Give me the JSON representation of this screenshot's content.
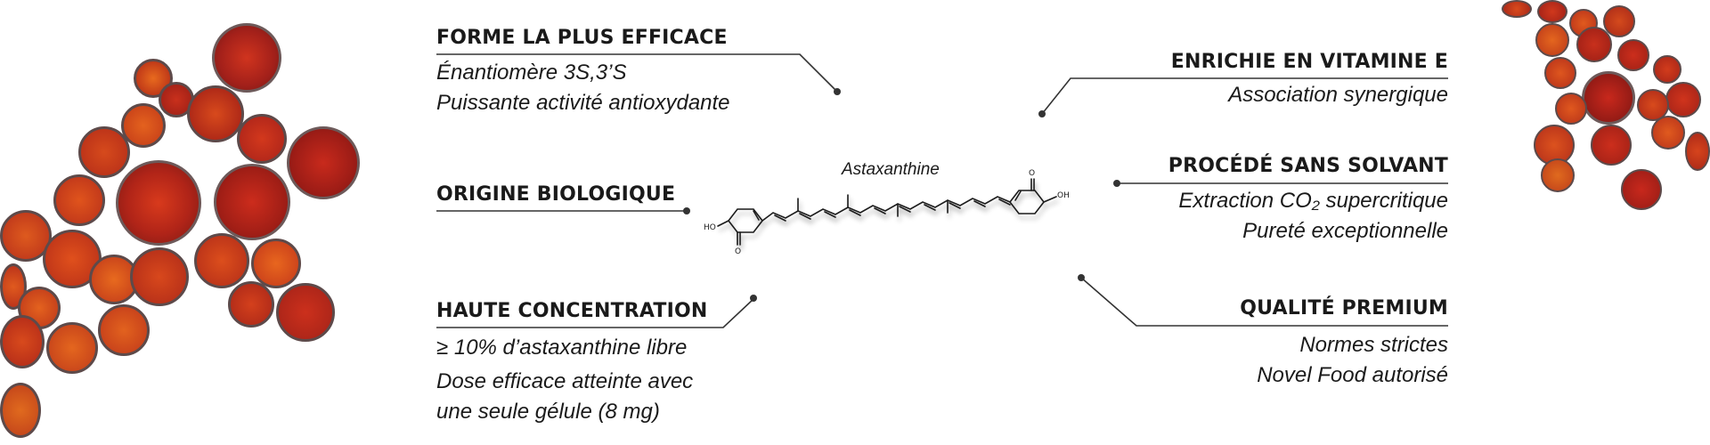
{
  "molecule": {
    "name": "Astaxanthine",
    "hydroxyl_label": "HO",
    "hydroxyl_label_right": "OH",
    "oxygen_label": "O"
  },
  "features_left": [
    {
      "title": "FORME LA PLUS EFFICACE",
      "lines": [
        "Énantiomère 3S,3’S",
        "Puissante activité antioxydante"
      ]
    },
    {
      "title": "ORIGINE BIOLOGIQUE",
      "lines": []
    },
    {
      "title": "HAUTE CONCENTRATION",
      "lines": [
        "≥ 10% d’astaxanthine libre",
        "Dose efficace atteinte avec",
        "une seule gélule (8 mg)"
      ]
    }
  ],
  "features_right": [
    {
      "title": "ENRICHIE EN VITAMINE E",
      "lines": [
        "Association synergique"
      ]
    },
    {
      "title": "PROCÉDÉ SANS SOLVANT",
      "lines": [
        "Extraction CO₂ supercritique",
        "Pureté exceptionnelle"
      ]
    },
    {
      "title": "QUALITÉ PREMIUM",
      "lines": [
        "Normes strictes",
        "Novel Food autorisé"
      ]
    }
  ],
  "colors": {
    "text": "#1a1a1a",
    "line": "#333333",
    "cell_red": "#c0281a",
    "cell_orange": "#e0561c",
    "cell_dark": "#7a1410"
  }
}
